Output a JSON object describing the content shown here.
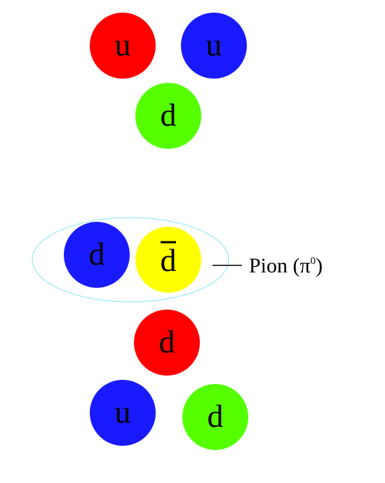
{
  "colors": {
    "red": "#ff0000",
    "blue": "#1a1aff",
    "green": "#55ff00",
    "yellow": "#ffff00",
    "ellipse_outline": "#a8eef8"
  },
  "top_group": {
    "quarks": [
      {
        "label": "u",
        "color": "red"
      },
      {
        "label": "u",
        "color": "blue"
      },
      {
        "label": "d",
        "color": "green"
      }
    ]
  },
  "bottom_group": {
    "pion_quarks": [
      {
        "label": "d",
        "color": "blue"
      },
      {
        "label": "d",
        "color": "yellow",
        "antiquark": true
      }
    ],
    "pion_label": {
      "text_before": "Pion (π",
      "superscript": "0",
      "text_after": ")"
    },
    "quarks": [
      {
        "label": "d",
        "color": "red"
      },
      {
        "label": "u",
        "color": "blue"
      },
      {
        "label": "d",
        "color": "green"
      }
    ]
  }
}
